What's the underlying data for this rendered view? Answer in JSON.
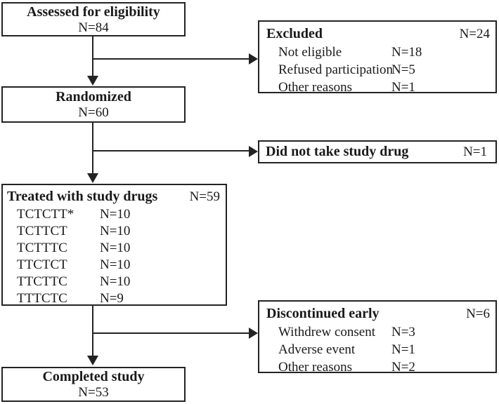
{
  "diagram": {
    "type": "consort-flow",
    "colors": {
      "border": "#232323",
      "text": "#1a1a1a",
      "background": "#ffffff"
    }
  },
  "boxes": {
    "assessed": {
      "title": "Assessed for eligibility",
      "n": "N=84"
    },
    "excluded": {
      "title": "Excluded",
      "n": "N=24",
      "items": [
        {
          "label": "Not eligible",
          "n": "N=18"
        },
        {
          "label": "Refused participation",
          "n": "N=5"
        },
        {
          "label": "Other reasons",
          "n": "N=1"
        }
      ]
    },
    "randomized": {
      "title": "Randomized",
      "n": "N=60"
    },
    "did_not_take": {
      "title": "Did not take study drug",
      "n": "N=1"
    },
    "treated": {
      "title": "Treated with study drugs",
      "n": "N=59",
      "items": [
        {
          "label": "TCTCTT*",
          "n": "N=10"
        },
        {
          "label": "TCTTCT",
          "n": "N=10"
        },
        {
          "label": "TCTTTC",
          "n": "N=10"
        },
        {
          "label": "TTCTCT",
          "n": "N=10"
        },
        {
          "label": "TTCTTC",
          "n": "N=10"
        },
        {
          "label": "TTTCTC",
          "n": "N=9"
        }
      ]
    },
    "discontinued": {
      "title": "Discontinued early",
      "n": "N=6",
      "items": [
        {
          "label": "Withdrew consent",
          "n": "N=3"
        },
        {
          "label": "Adverse event",
          "n": "N=1"
        },
        {
          "label": "Other reasons",
          "n": "N=2"
        }
      ]
    },
    "completed": {
      "title": "Completed study",
      "n": "N=53"
    }
  }
}
